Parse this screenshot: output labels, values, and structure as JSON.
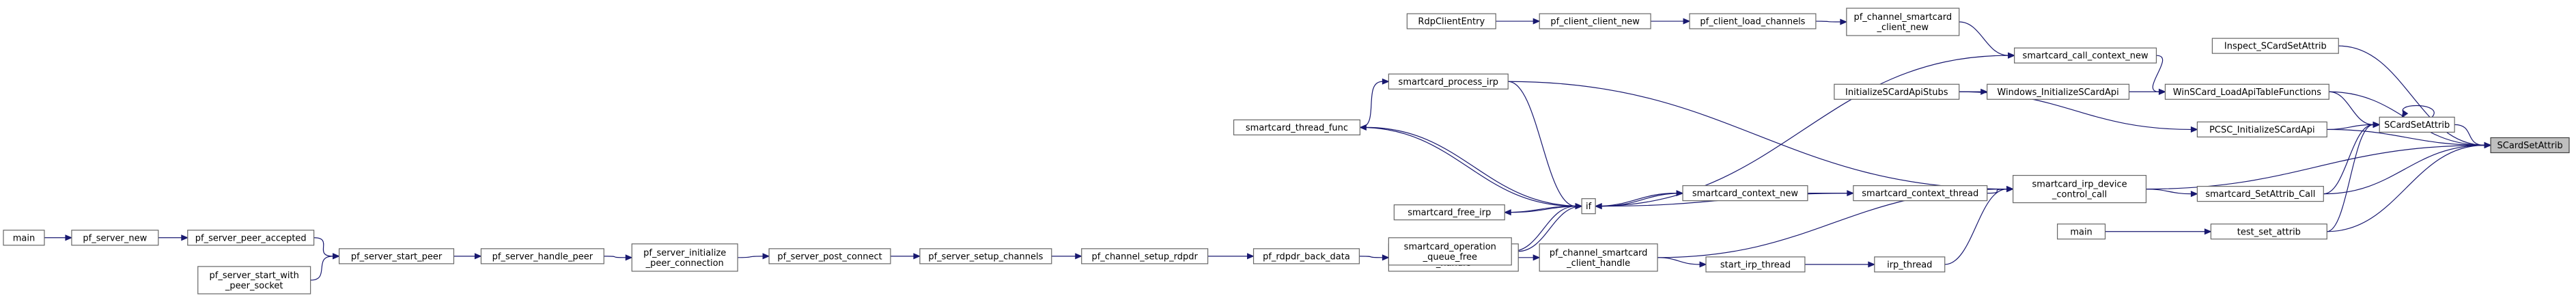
{
  "graph": {
    "nodes": [
      {
        "id": "SCardSetAttrib",
        "label": [
          "SCardSetAttrib"
        ],
        "highlight": true
      },
      {
        "id": "Inspect_SCardSetAttrib",
        "label": [
          "Inspect_SCardSetAttrib"
        ]
      },
      {
        "id": "SCardSetAttrib_api",
        "label": [
          "SCardSetAttrib"
        ]
      },
      {
        "id": "WinSCard_LoadApiTableFunctions",
        "label": [
          "WinSCard_LoadApiTableFunctions"
        ]
      },
      {
        "id": "PCSC_InitializeSCardApi",
        "label": [
          "PCSC_InitializeSCardApi"
        ]
      },
      {
        "id": "smartcard_SetAttrib_Call",
        "label": [
          "smartcard_SetAttrib_Call"
        ]
      },
      {
        "id": "test_set_attrib",
        "label": [
          "test_set_attrib"
        ]
      },
      {
        "id": "main_test",
        "label": [
          "main"
        ]
      },
      {
        "id": "smartcard_call_context_new",
        "label": [
          "smartcard_call_context_new"
        ]
      },
      {
        "id": "Windows_InitializeSCardApi",
        "label": [
          "Windows_InitializeSCardApi"
        ]
      },
      {
        "id": "InitializeSCardApiStubs",
        "label": [
          "InitializeSCardApiStubs"
        ]
      },
      {
        "id": "smartcard_irp_device_control_call",
        "label": [
          "smartcard_irp_device",
          "_control_call"
        ]
      },
      {
        "id": "pf_channel_smartcard_client_new",
        "label": [
          "pf_channel_smartcard",
          "_client_new"
        ]
      },
      {
        "id": "pf_client_load_channels",
        "label": [
          "pf_client_load_channels"
        ]
      },
      {
        "id": "pf_client_client_new",
        "label": [
          "pf_client_client_new"
        ]
      },
      {
        "id": "RdpClientEntry",
        "label": [
          "RdpClientEntry"
        ]
      },
      {
        "id": "smartcard_context_thread",
        "label": [
          "smartcard_context_thread"
        ]
      },
      {
        "id": "smartcard_context_new",
        "label": [
          "smartcard_context_new"
        ]
      },
      {
        "id": "irp_thread",
        "label": [
          "irp_thread"
        ]
      },
      {
        "id": "start_irp_thread",
        "label": [
          "start_irp_thread"
        ]
      },
      {
        "id": "pf_channel_smartcard_client_handle",
        "label": [
          "pf_channel_smartcard",
          "_client_handle"
        ]
      },
      {
        "id": "pf_channel_rdpdr_client_handle",
        "label": [
          "pf_channel_rdpdr_client",
          "_handle"
        ]
      },
      {
        "id": "pf_rdpdr_back_data",
        "label": [
          "pf_rdpdr_back_data"
        ]
      },
      {
        "id": "pf_channel_setup_rdpdr",
        "label": [
          "pf_channel_setup_rdpdr"
        ]
      },
      {
        "id": "pf_server_setup_channels",
        "label": [
          "pf_server_setup_channels"
        ]
      },
      {
        "id": "pf_server_post_connect",
        "label": [
          "pf_server_post_connect"
        ]
      },
      {
        "id": "pf_server_initialize_peer_connection",
        "label": [
          "pf_server_initialize",
          "_peer_connection"
        ]
      },
      {
        "id": "pf_server_handle_peer",
        "label": [
          "pf_server_handle_peer"
        ]
      },
      {
        "id": "pf_server_start_peer",
        "label": [
          "pf_server_start_peer"
        ]
      },
      {
        "id": "pf_server_peer_accepted",
        "label": [
          "pf_server_peer_accepted"
        ]
      },
      {
        "id": "pf_server_start_with_peer_socket",
        "label": [
          "pf_server_start_with",
          "_peer_socket"
        ]
      },
      {
        "id": "pf_server_new",
        "label": [
          "pf_server_new"
        ]
      },
      {
        "id": "main_server",
        "label": [
          "main"
        ]
      },
      {
        "id": "if_node",
        "label": [
          "if"
        ]
      },
      {
        "id": "smartcard_process_irp",
        "label": [
          "smartcard_process_irp"
        ]
      },
      {
        "id": "smartcard_thread_func",
        "label": [
          "smartcard_thread_func"
        ]
      },
      {
        "id": "smartcard_free_irp",
        "label": [
          "smartcard_free_irp"
        ]
      },
      {
        "id": "smartcard_operation_queue_free",
        "label": [
          "smartcard_operation",
          "_queue_free"
        ]
      }
    ],
    "edges": [
      [
        "Inspect_SCardSetAttrib",
        "SCardSetAttrib"
      ],
      [
        "SCardSetAttrib_api",
        "SCardSetAttrib"
      ],
      [
        "SCardSetAttrib_api",
        "SCardSetAttrib_api"
      ],
      [
        "WinSCard_LoadApiTableFunctions",
        "SCardSetAttrib"
      ],
      [
        "WinSCard_LoadApiTableFunctions",
        "SCardSetAttrib_api"
      ],
      [
        "PCSC_InitializeSCardApi",
        "SCardSetAttrib"
      ],
      [
        "PCSC_InitializeSCardApi",
        "SCardSetAttrib_api"
      ],
      [
        "smartcard_SetAttrib_Call",
        "SCardSetAttrib"
      ],
      [
        "smartcard_SetAttrib_Call",
        "SCardSetAttrib_api"
      ],
      [
        "test_set_attrib",
        "SCardSetAttrib"
      ],
      [
        "test_set_attrib",
        "SCardSetAttrib_api"
      ],
      [
        "smartcard_irp_device_control_call",
        "SCardSetAttrib"
      ],
      [
        "main_test",
        "test_set_attrib"
      ],
      [
        "smartcard_call_context_new",
        "WinSCard_LoadApiTableFunctions"
      ],
      [
        "Windows_InitializeSCardApi",
        "WinSCard_LoadApiTableFunctions"
      ],
      [
        "InitializeSCardApiStubs",
        "Windows_InitializeSCardApi"
      ],
      [
        "InitializeSCardApiStubs",
        "PCSC_InitializeSCardApi"
      ],
      [
        "smartcard_irp_device_control_call",
        "smartcard_SetAttrib_Call"
      ],
      [
        "pf_channel_smartcard_client_new",
        "smartcard_call_context_new"
      ],
      [
        "if_node",
        "smartcard_call_context_new"
      ],
      [
        "pf_client_load_channels",
        "pf_channel_smartcard_client_new"
      ],
      [
        "pf_client_client_new",
        "pf_client_load_channels"
      ],
      [
        "RdpClientEntry",
        "pf_client_client_new"
      ],
      [
        "smartcard_context_thread",
        "smartcard_irp_device_control_call"
      ],
      [
        "irp_thread",
        "smartcard_irp_device_control_call"
      ],
      [
        "pf_channel_smartcard_client_handle",
        "smartcard_irp_device_control_call"
      ],
      [
        "smartcard_process_irp",
        "smartcard_irp_device_control_call"
      ],
      [
        "smartcard_context_new",
        "smartcard_context_thread"
      ],
      [
        "start_irp_thread",
        "irp_thread"
      ],
      [
        "pf_channel_smartcard_client_handle",
        "start_irp_thread"
      ],
      [
        "pf_channel_rdpdr_client_handle",
        "pf_channel_smartcard_client_handle"
      ],
      [
        "pf_rdpdr_back_data",
        "pf_channel_rdpdr_client_handle"
      ],
      [
        "pf_channel_setup_rdpdr",
        "pf_rdpdr_back_data"
      ],
      [
        "pf_server_setup_channels",
        "pf_channel_setup_rdpdr"
      ],
      [
        "pf_server_post_connect",
        "pf_server_setup_channels"
      ],
      [
        "pf_server_initialize_peer_connection",
        "pf_server_post_connect"
      ],
      [
        "pf_server_handle_peer",
        "pf_server_initialize_peer_connection"
      ],
      [
        "pf_server_start_peer",
        "pf_server_handle_peer"
      ],
      [
        "pf_server_peer_accepted",
        "pf_server_start_peer"
      ],
      [
        "pf_server_start_with_peer_socket",
        "pf_server_start_peer"
      ],
      [
        "pf_server_new",
        "pf_server_peer_accepted"
      ],
      [
        "main_server",
        "pf_server_new"
      ],
      [
        "smartcard_context_thread",
        "if_node"
      ],
      [
        "smartcard_context_new",
        "if_node"
      ],
      [
        "smartcard_process_irp",
        "if_node"
      ],
      [
        "smartcard_thread_func",
        "if_node"
      ],
      [
        "smartcard_free_irp",
        "if_node"
      ],
      [
        "smartcard_operation_queue_free",
        "if_node"
      ],
      [
        "if_node",
        "smartcard_thread_func"
      ],
      [
        "if_node",
        "smartcard_free_irp"
      ],
      [
        "if_node",
        "smartcard_context_new"
      ],
      [
        "if_node",
        "smartcard_operation_queue_free"
      ],
      [
        "smartcard_thread_func",
        "smartcard_process_irp"
      ]
    ]
  }
}
